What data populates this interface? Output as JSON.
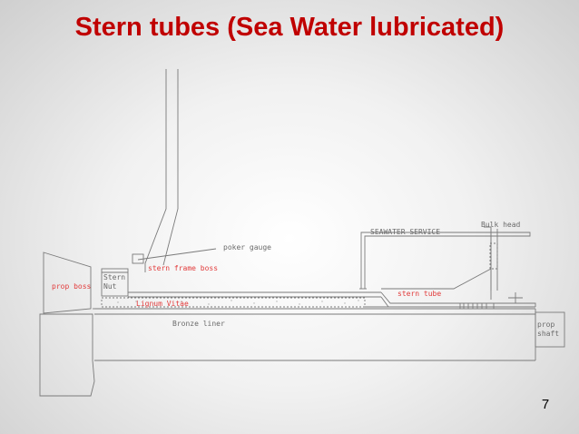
{
  "slide": {
    "title": "Stern tubes (Sea Water lubricated)",
    "page_number": "7"
  },
  "diagram": {
    "labels": {
      "bulk_head": "Bulk head",
      "seawater_service": "SEAWATER SERVICE",
      "poker_gauge": "poker gauge",
      "stern_frame_boss": "stern frame boss",
      "prop_boss": "prop boss",
      "stern_nut_line1": "Stern",
      "stern_nut_line2": "Nut",
      "stern_tube": "stern tube",
      "lignum_vitae": "Lignum Vitae",
      "bronze_liner": "Bronze liner",
      "prop_shaft_line1": "prop",
      "prop_shaft_line2": "shaft"
    }
  },
  "colors": {
    "title": "#c00000",
    "line": "#7a7a7a",
    "label_grey": "#6a6a6a",
    "label_red": "#e23b3b"
  }
}
